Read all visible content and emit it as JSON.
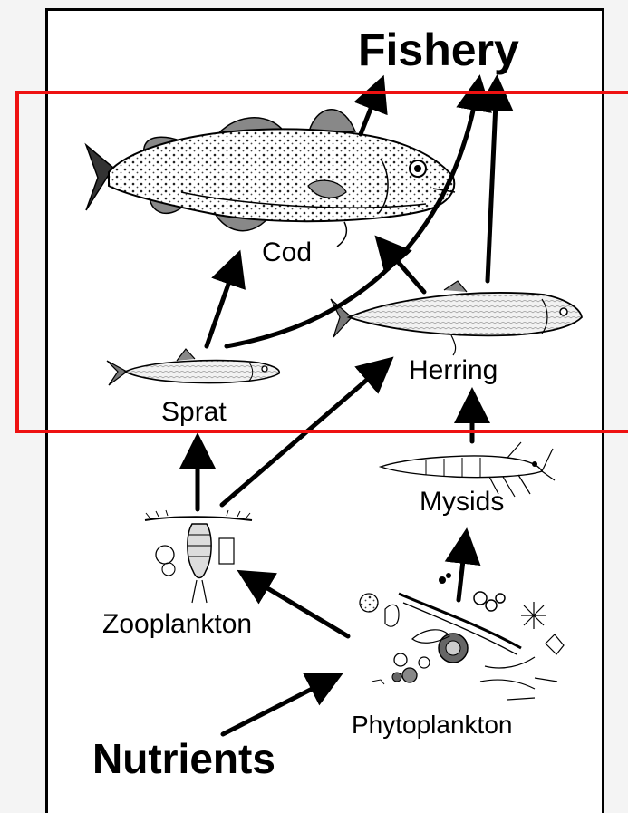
{
  "labels": {
    "fishery": "Fishery",
    "nutrients": "Nutrients",
    "cod": "Cod",
    "sprat": "Sprat",
    "herring": "Herring",
    "mysids": "Mysids",
    "zooplankton": "Zooplankton",
    "phytoplankton": "Phytoplankton"
  },
  "colors": {
    "highlight": "#ee1111",
    "arrow": "#000000",
    "frame": "#000000"
  }
}
